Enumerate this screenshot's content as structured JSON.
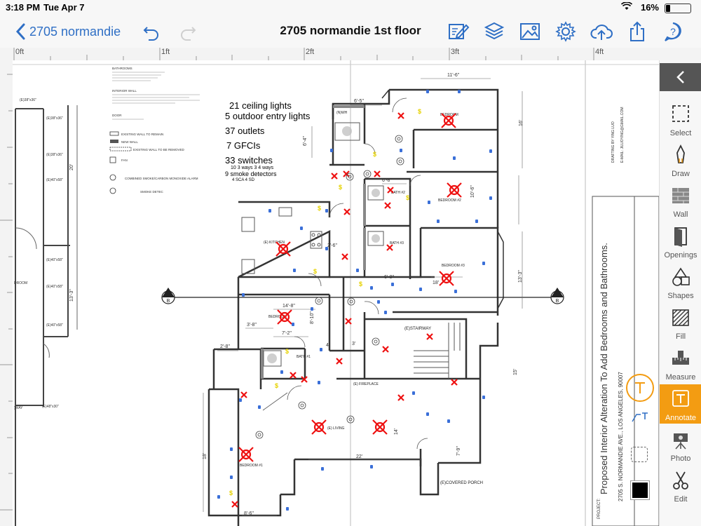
{
  "status": {
    "time": "3:18 PM",
    "date": "Tue Apr 7",
    "battery": "16%"
  },
  "nav": {
    "back_label": "2705 normandie",
    "title": "2705 normandie 1st floor"
  },
  "icons": [
    "undo-icon",
    "redo-icon",
    "edit-icon",
    "layers-icon",
    "image-icon",
    "settings-icon",
    "cloud-upload-icon",
    "share-icon",
    "help-icon"
  ],
  "ruler": {
    "labels": [
      "0ft",
      "1ft",
      "2ft",
      "3ft",
      "4ft"
    ]
  },
  "annotations": {
    "line1": "21 ceiling lights",
    "line2": "5 outdoor entry lights",
    "line3": "37 outlets",
    "line4": "7 GFCIs",
    "line5": "33 switches",
    "line6": "10 3 ways 3 4 ways",
    "line7": "9 smoke detectors",
    "line8": "4 SCA 4 SD"
  },
  "plan": {
    "rooms": {
      "bedroom1": "BEDROOM #1",
      "bedroom2": "BEDROOM #2",
      "bedroom3": "BEDROOM #3",
      "bedroom4": "BEDROOM",
      "kitchen": "(E) KITCHEN",
      "living": "(E) LIVING",
      "stairway": "(E)STAIRWAY",
      "porch": "(E)COVERED PORCH",
      "fireplace": "(E) FIREPLACE",
      "bath1": "BATH #1",
      "bath2": "BATH #2",
      "bath3": "BATH #3",
      "wh": "(N)WH"
    },
    "dims": {
      "d1": "11'-6\"",
      "d2": "6'-5\"",
      "d3": "6'-4\"",
      "d4": "6'-8\"",
      "d5": "14'-8\"",
      "d6": "3'-8\"",
      "d7": "7'-2\"",
      "d8": "2'-8\"",
      "d9": "22'",
      "d10": "18'",
      "d11": "13'-3\"",
      "d12": "15'",
      "d13": "14'",
      "d14": "8'-6\"",
      "d15": "4'",
      "d16": "3'",
      "d17": "7'-9\"",
      "d18": "8'-10\"",
      "d19": "2'-6\"",
      "d20": "6'-8\"",
      "d21": "10'-6\"",
      "d22": "16'",
      "d23": "13'-3\"",
      "d24": "20'",
      "d25": "18'"
    },
    "section_marker": "B",
    "legend": {
      "l1": "BATHROOMS",
      "l2": "INTERIOR WALL",
      "l3": "DOOR",
      "l4": "EXISTING WALL TO REMAIN",
      "l5": "NEW WALL",
      "l6": "EXISTING WALL TO BE REMOVED",
      "l7": "FAN",
      "l8": "COMBINED SMOKE/CARBON MONOXIDE ALARM",
      "l9": "SMOKE DETEC"
    },
    "titleblock": {
      "project_label": "PROJECT:",
      "project": "Proposed Interior Alteration  To Add Bedrooms and Bathrooms.",
      "address": "2705 S. NORMANDIE AVE., LOS ANGELES, 90007",
      "drafting": "DRAFTING BY YING LUO",
      "email": "E-MAIL: JILUOYING@GMAIL.COM"
    }
  },
  "sidebar": {
    "tools": [
      {
        "label": "Select"
      },
      {
        "label": "Draw"
      },
      {
        "label": "Wall"
      },
      {
        "label": "Openings"
      },
      {
        "label": "Shapes"
      },
      {
        "label": "Fill"
      },
      {
        "label": "Measure"
      },
      {
        "label": "Annotate"
      },
      {
        "label": "Photo"
      },
      {
        "label": "Edit"
      }
    ],
    "active": "Annotate"
  },
  "colors": {
    "accent": "#2f6fc5",
    "active_tool": "#f39c12",
    "fixture_red": "#e11",
    "switch_yellow": "#e6d200",
    "outlet_blue": "#3a6fd8"
  }
}
